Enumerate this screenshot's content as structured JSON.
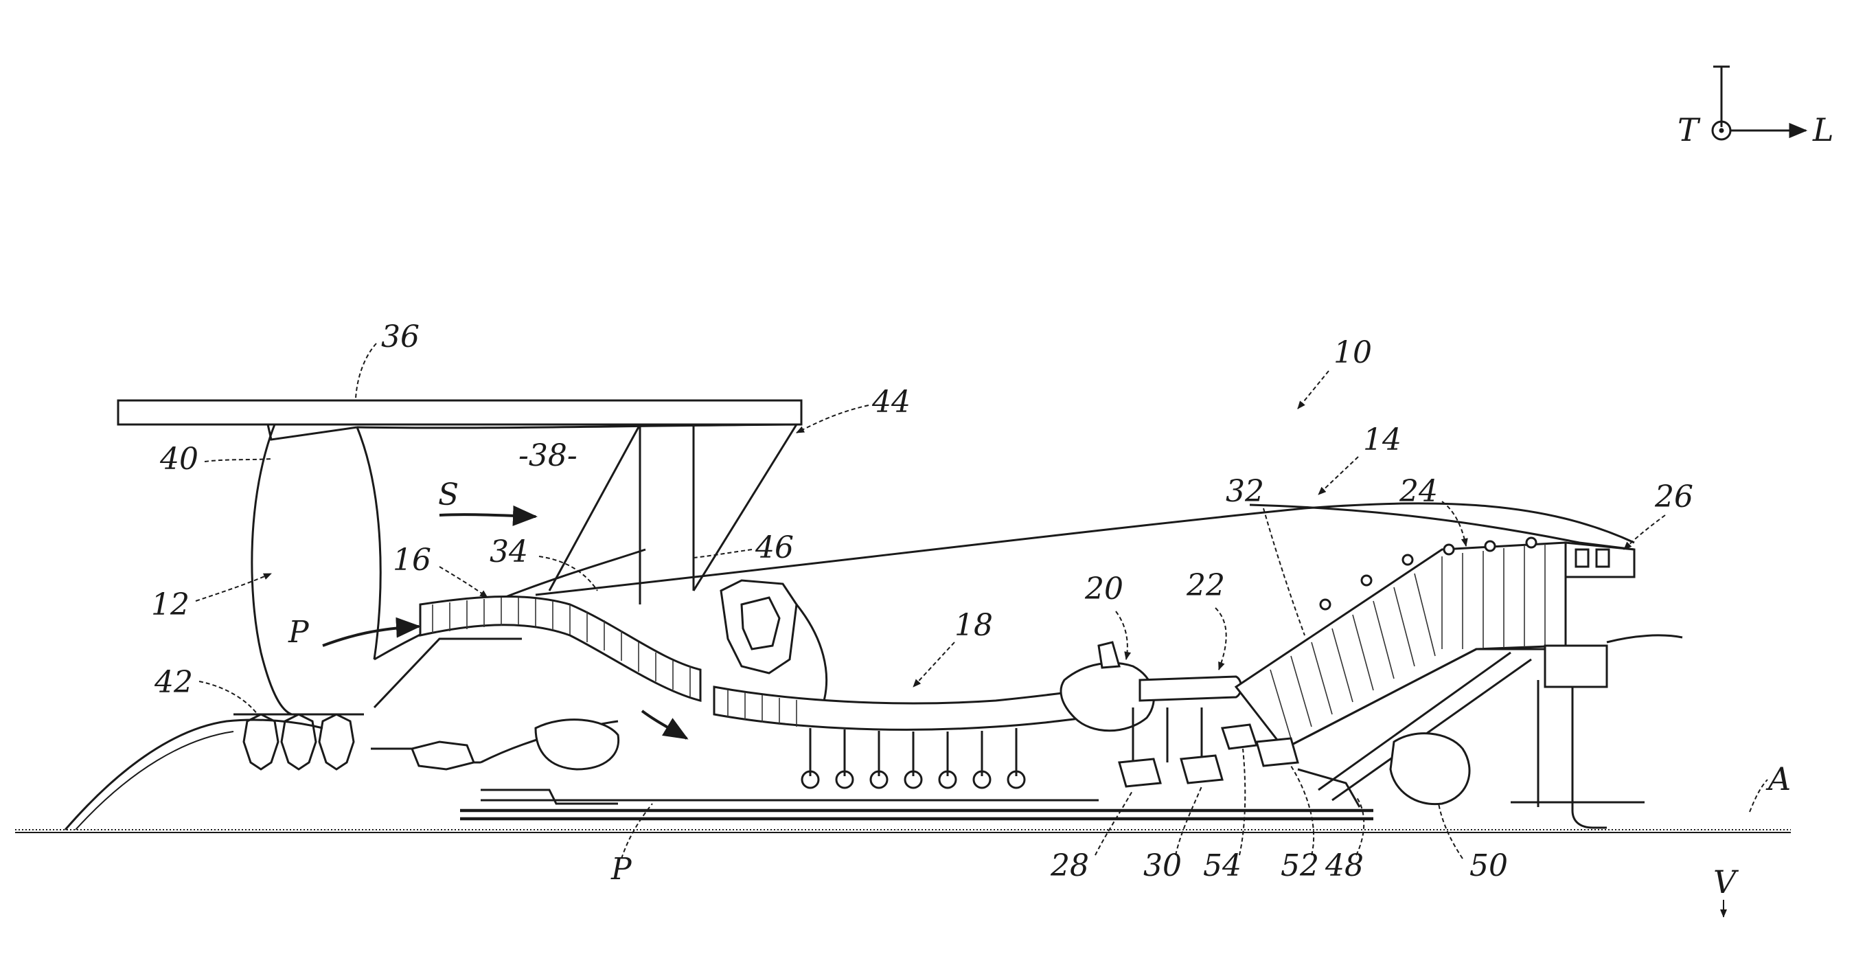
{
  "figure": {
    "axis_labels": {
      "T": "T",
      "L": "L",
      "A": "A",
      "V": "V"
    },
    "flow_labels": {
      "S": "S",
      "P_upper": "P",
      "P_lower": "P"
    },
    "reference_numerals": {
      "n10": "10",
      "n12": "12",
      "n14": "14",
      "n16": "16",
      "n18": "18",
      "n20": "20",
      "n22": "22",
      "n24": "24",
      "n26": "26",
      "n28": "28",
      "n30": "30",
      "n32": "32",
      "n34": "34",
      "n36": "36",
      "n38": "-38-",
      "n40": "40",
      "n42": "42",
      "n44": "44",
      "n46": "46",
      "n48": "48",
      "n50": "50",
      "n52": "52",
      "n54": "54"
    },
    "colors": {
      "ink": "#1a1a1a",
      "paper": "#ffffff"
    }
  }
}
